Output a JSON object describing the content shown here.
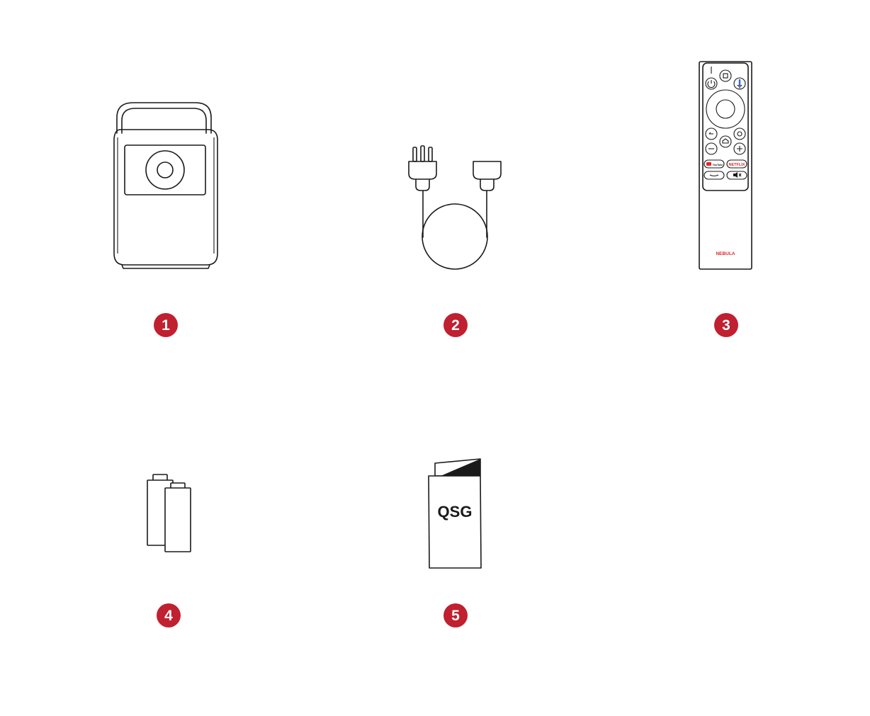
{
  "colors": {
    "badge": "#c0202f",
    "line": "#1a1a1a",
    "brand_red": "#e2262b"
  },
  "items": [
    {
      "number": "1",
      "icon": "projector-icon"
    },
    {
      "number": "2",
      "icon": "power-cable-icon"
    },
    {
      "number": "3",
      "icon": "remote-control-icon",
      "remote": {
        "btn_left": "YouTube",
        "btn_right": "NETFLIX",
        "brand": "NEBULA"
      }
    },
    {
      "number": "4",
      "icon": "batteries-icon"
    },
    {
      "number": "5",
      "icon": "quick-start-guide-icon",
      "label": "QSG"
    }
  ]
}
